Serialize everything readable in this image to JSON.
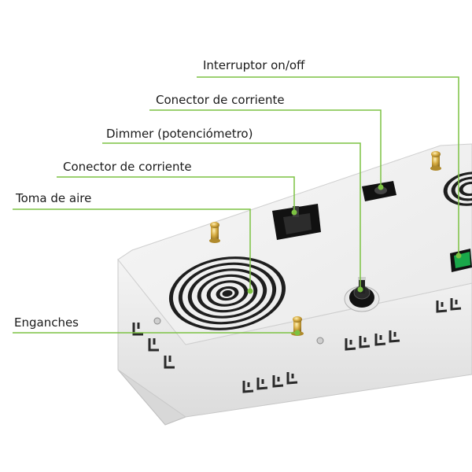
{
  "labels": {
    "switch": "Interruptor on/off",
    "power_connector_top": "Conector de corriente",
    "dimmer": "Dimmer (potenciómetro)",
    "power_connector": "Conector de corriente",
    "air_intake": "Toma de aire",
    "hooks": "Enganches"
  },
  "colors": {
    "leader_line": "#7cc242",
    "device_body": "#f2f2f2",
    "fan_grille": "#1e1e1e",
    "switch_green": "#1aa84a"
  }
}
